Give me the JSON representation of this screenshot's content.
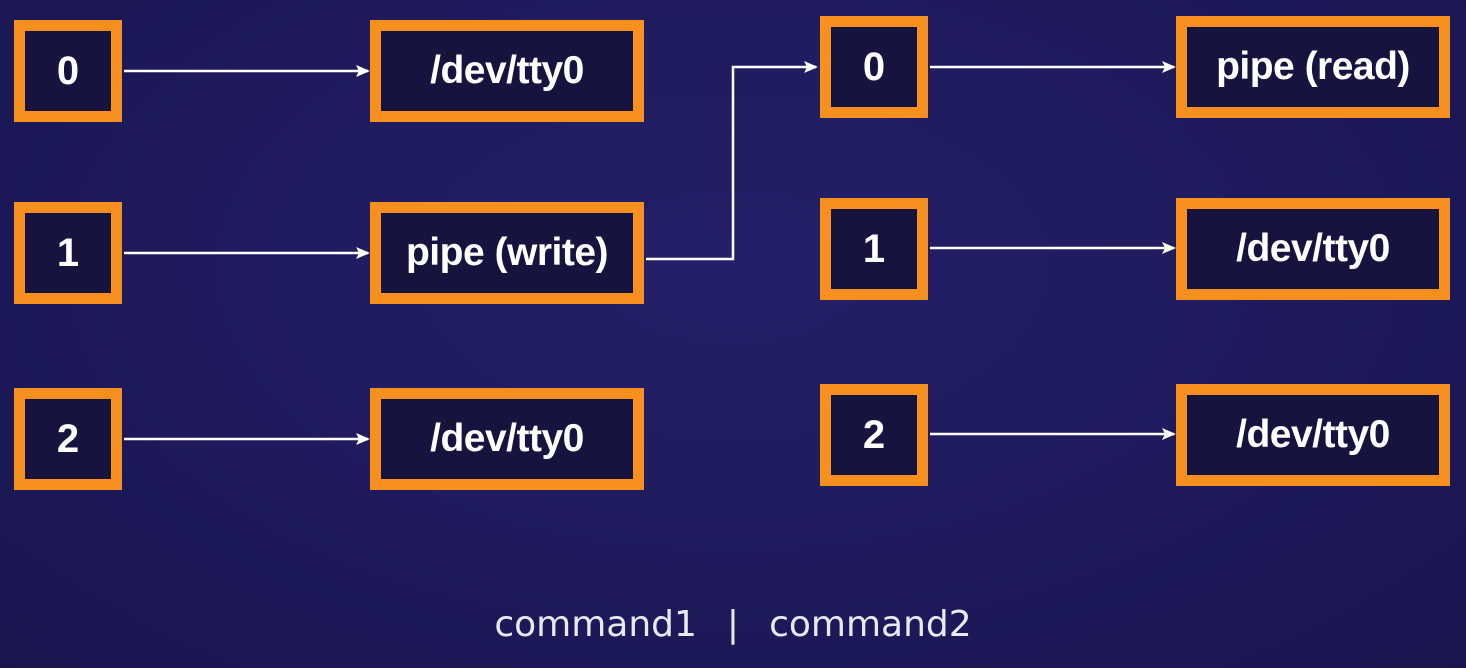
{
  "left_process": {
    "rows": [
      {
        "fd": "0",
        "target": "/dev/tty0"
      },
      {
        "fd": "1",
        "target": "pipe (write)"
      },
      {
        "fd": "2",
        "target": "/dev/tty0"
      }
    ]
  },
  "right_process": {
    "rows": [
      {
        "fd": "0",
        "target": "pipe (read)"
      },
      {
        "fd": "1",
        "target": "/dev/tty0"
      },
      {
        "fd": "2",
        "target": "/dev/tty0"
      }
    ]
  },
  "caption": {
    "left": "command1",
    "separator": "|",
    "right": "command2"
  },
  "colors": {
    "box_border": "#f7901e",
    "background": "#1e1a5c",
    "text": "#ffffff"
  }
}
